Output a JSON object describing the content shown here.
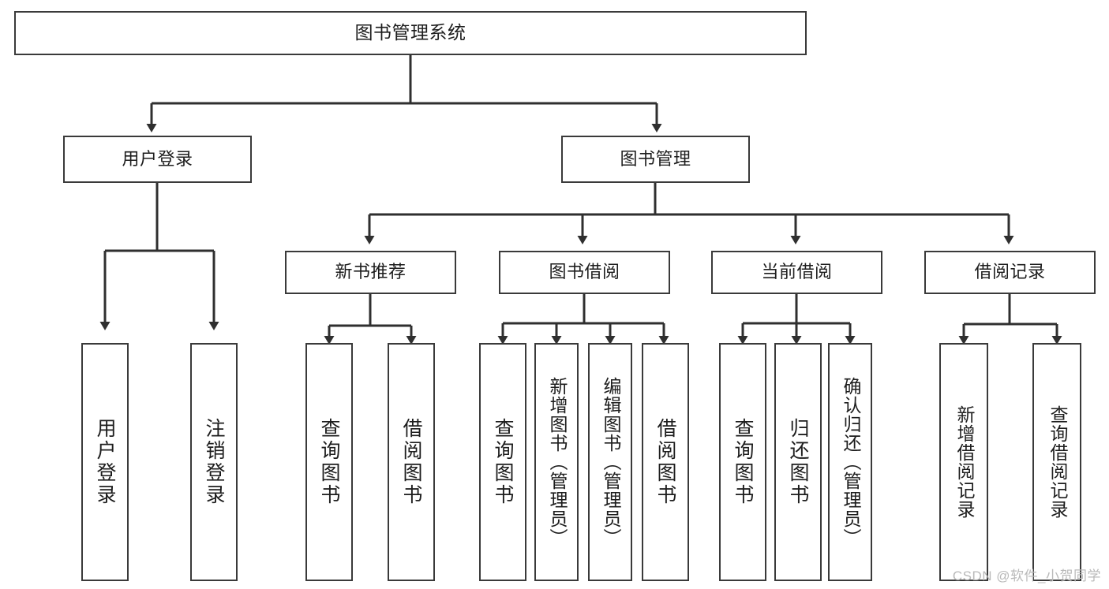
{
  "diagram": {
    "type": "tree",
    "title": "图书管理系统",
    "root": {
      "id": "root",
      "label": "图书管理系统"
    },
    "level1": [
      {
        "id": "user-login",
        "label": "用户登录"
      },
      {
        "id": "book-manage",
        "label": "图书管理"
      }
    ],
    "level2": [
      {
        "id": "new-book-recommend",
        "label": "新书推荐",
        "parent": "book-manage"
      },
      {
        "id": "book-borrow",
        "label": "图书借阅",
        "parent": "book-manage"
      },
      {
        "id": "current-borrow",
        "label": "当前借阅",
        "parent": "book-manage"
      },
      {
        "id": "borrow-record",
        "label": "借阅记录",
        "parent": "book-manage"
      }
    ],
    "leaves": [
      {
        "id": "leaf-user-login",
        "label": "用户登录",
        "parent": "user-login"
      },
      {
        "id": "leaf-logout",
        "label": "注销登录",
        "parent": "user-login"
      },
      {
        "id": "leaf-query-book-1",
        "label": "查询图书",
        "parent": "new-book-recommend"
      },
      {
        "id": "leaf-borrow-book-1",
        "label": "借阅图书",
        "parent": "new-book-recommend"
      },
      {
        "id": "leaf-query-book-2",
        "label": "查询图书",
        "parent": "book-borrow"
      },
      {
        "id": "leaf-add-book",
        "label": "新增图书（管理员）",
        "parent": "book-borrow"
      },
      {
        "id": "leaf-edit-book",
        "label": "编辑图书（管理员）",
        "parent": "book-borrow"
      },
      {
        "id": "leaf-borrow-book-2",
        "label": "借阅图书",
        "parent": "book-borrow"
      },
      {
        "id": "leaf-query-book-3",
        "label": "查询图书",
        "parent": "current-borrow"
      },
      {
        "id": "leaf-return-book",
        "label": "归还图书",
        "parent": "current-borrow"
      },
      {
        "id": "leaf-confirm-return",
        "label": "确认归还（管理员）",
        "parent": "current-borrow"
      },
      {
        "id": "leaf-add-record",
        "label": "新增借阅记录",
        "parent": "borrow-record"
      },
      {
        "id": "leaf-query-record",
        "label": "查询借阅记录",
        "parent": "borrow-record"
      }
    ]
  },
  "watermark": {
    "text": "CSDN @软件_小贺同学"
  },
  "colors": {
    "box_border": "#3a3a3a",
    "box_fill": "#ffffff",
    "connector": "#2f2f2f",
    "text": "#1d1d1d",
    "watermark": "#b9b9b9",
    "background": "#ffffff"
  }
}
